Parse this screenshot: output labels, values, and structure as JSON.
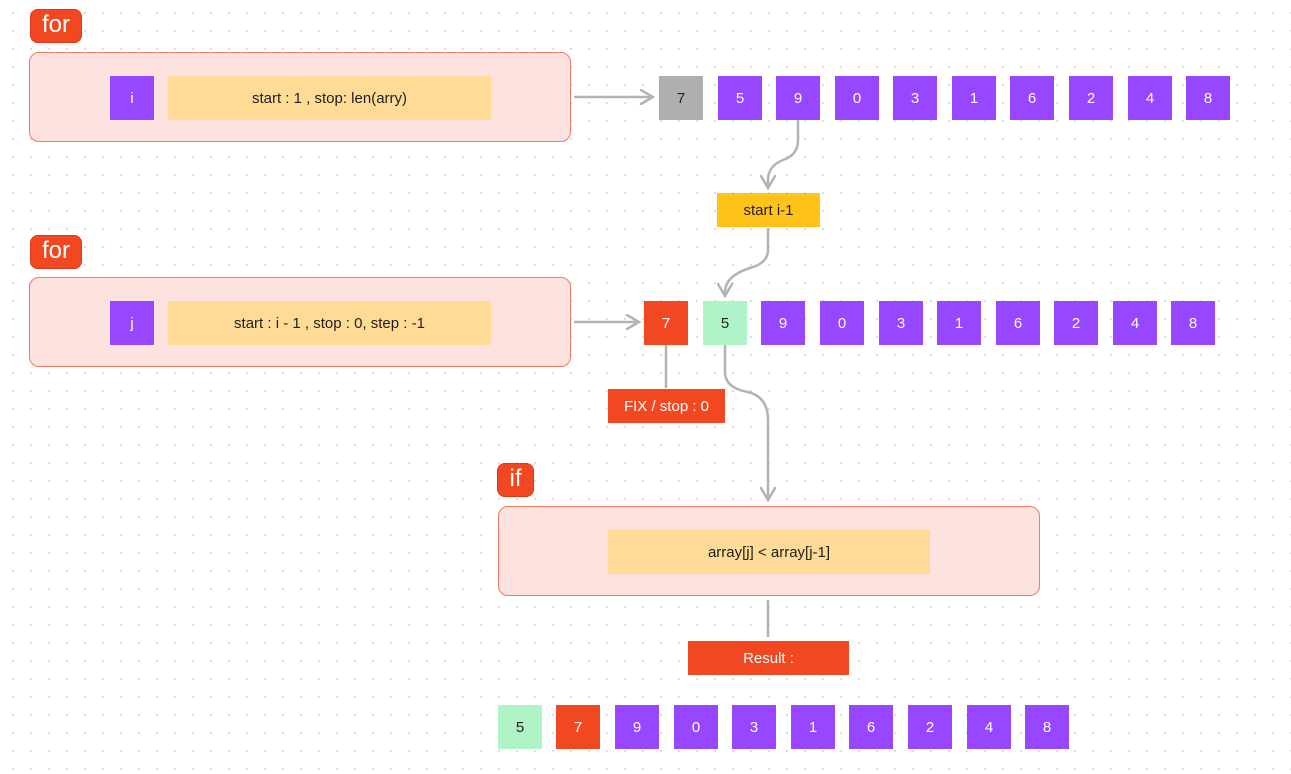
{
  "diagram": {
    "for1": {
      "label": "for",
      "var": "i",
      "rule": "start : 1 , stop: len(arry)",
      "array": [
        "7",
        "5",
        "9",
        "0",
        "3",
        "1",
        "6",
        "2",
        "4",
        "8"
      ]
    },
    "note_start": "start i-1",
    "for2": {
      "label": "for",
      "var": "j",
      "rule": "start : i - 1 , stop : 0, step : -1",
      "array": [
        "7",
        "5",
        "9",
        "0",
        "3",
        "1",
        "6",
        "2",
        "4",
        "8"
      ]
    },
    "note_fix": "FIX / stop : 0",
    "if_block": {
      "label": "if",
      "condition": "array[j] < array[j-1]"
    },
    "result": {
      "label": "Result :",
      "array": [
        "5",
        "7",
        "9",
        "0",
        "3",
        "1",
        "6",
        "2",
        "4",
        "8"
      ]
    },
    "colors": {
      "purple": "#9747ff",
      "gray": "#afafaf",
      "red": "#f24822",
      "green": "#aff4c6",
      "yellow": "#ffc31a",
      "rule_bg": "#ffdb95",
      "frame_bg": "#fde2df"
    }
  }
}
